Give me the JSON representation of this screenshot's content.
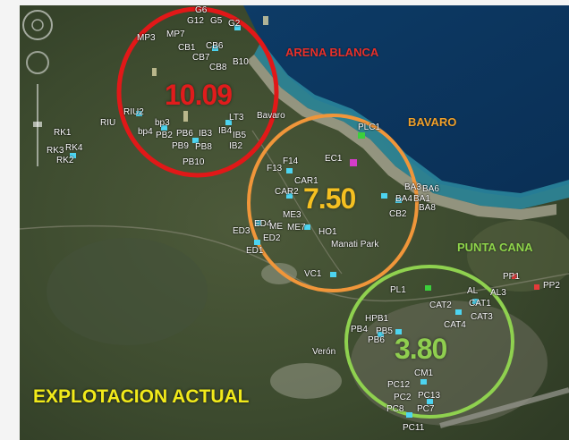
{
  "map": {
    "caption": {
      "text": "EXPLOTACION ACTUAL",
      "color": "#f2ea1a"
    },
    "regions": {
      "arena_blanca": {
        "name": "ARENA BLANCA",
        "color": "#e8302a"
      },
      "bavaro": {
        "name": "BAVARO",
        "color": "#f0a02a"
      },
      "punta_cana": {
        "name": "PUNTA CANA",
        "color": "#8ed44a"
      }
    },
    "zones": {
      "arena_blanca": {
        "value": "10.09",
        "color": "#e01c1c"
      },
      "bavaro": {
        "value": "7.50",
        "color": "#f5c021"
      },
      "punta_cana": {
        "value": "3.80",
        "color": "#8fce4f"
      }
    },
    "place_labels": {
      "bavaro_town": "Bavaro",
      "manati_park": "Manati Park",
      "veron": "Verón"
    },
    "wells": [
      "G6",
      "G12",
      "G5",
      "G2",
      "MP3",
      "MP7",
      "CB1",
      "CB6",
      "CB7",
      "CB8",
      "B10",
      "RIU2",
      "RIU",
      "bp3",
      "bp4",
      "PB2",
      "PB6",
      "IB3",
      "IB4",
      "LT3",
      "IB5",
      "PB9",
      "PB8",
      "IB2",
      "PB10",
      "RK1",
      "RK3",
      "RK4",
      "RK2",
      "PLC1",
      "EC1",
      "F13",
      "F14",
      "CAR1",
      "CAR2",
      "BA3",
      "BA6",
      "BA4",
      "BA1",
      "BA8",
      "CB2",
      "ME3",
      "ED4",
      "ME",
      "ME7",
      "ED3",
      "ED2",
      "HO1",
      "ED1",
      "VC1",
      "PP1",
      "PP2",
      "PL1",
      "AL",
      "AL3",
      "CAT2",
      "CAT1",
      "CAT3",
      "CAT4",
      "HPB1",
      "PB4",
      "PB5",
      "PB6",
      "CM1",
      "PC12",
      "PC13",
      "PC2",
      "PC8",
      "PC7",
      "PC11"
    ]
  }
}
